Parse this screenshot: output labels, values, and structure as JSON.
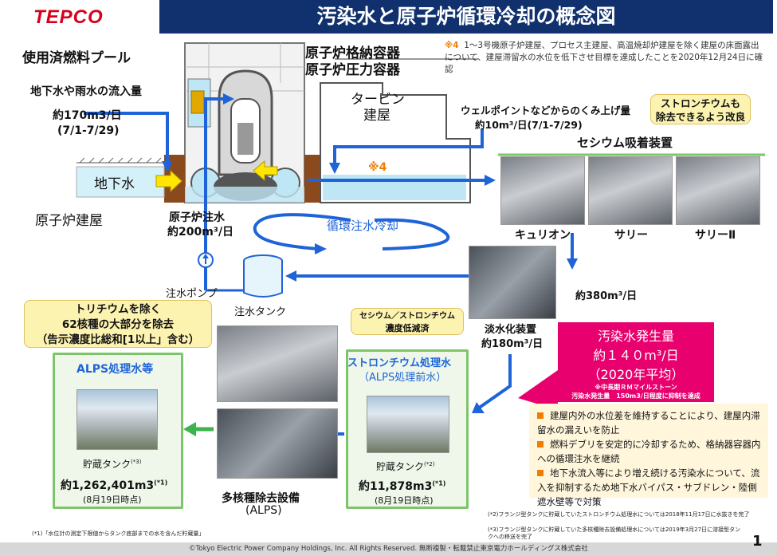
{
  "header": {
    "logo": "TEPCO",
    "title": "汚染水と原子炉循環冷却の概念図"
  },
  "reactor": {
    "spent_fuel_pool": "使用済燃料プール",
    "pcv": "原子炉格納容器",
    "rpv": "原子炉圧力容器",
    "turbine_line1": "タービン",
    "turbine_line2": "建屋",
    "groundwater": "地下水",
    "reactor_building": "原子炉建屋",
    "inflow_title": "地下水や雨水の流入量",
    "inflow_amount": "約170m3/日",
    "inflow_period": "(7/1-7/29)",
    "injection_title": "原子炉注水",
    "injection_amount": "約200m³/日",
    "note_mark": "※4",
    "circulation": "循環注水冷却",
    "pump": "注水ポンプ",
    "tank": "注水タンク"
  },
  "note4": {
    "mark": "※4",
    "text": "1～3号機原子炉建屋、プロセス主建屋、高温焼却炉建屋を除く建屋の床面露出について、建屋滞留水の水位を低下させ目標を達成したことを2020年12月24日に確認"
  },
  "wellpoint": {
    "title": "ウェルポイントなどからのくみ上げ量",
    "amount": "約10m³/日(7/1-7/29)"
  },
  "strontium_badge": {
    "line1": "ストロンチウムも",
    "line2": "除去できるよう改良"
  },
  "cesium": {
    "title": "セシウム吸着装置",
    "units": [
      "キュリオン",
      "サリー",
      "サリーⅡ"
    ]
  },
  "desal": {
    "amount_to": "約380m³/日",
    "title": "淡水化装置",
    "amount": "約180m³/日"
  },
  "cs_sr_badge": {
    "line1": "セシウム／ストロンチウム",
    "line2": "濃度低減済"
  },
  "generation": {
    "title": "汚染水発生量",
    "amount": "約１４０m³/日",
    "year": "（2020年平均）",
    "sub1": "※中長期ＲＭマイルストーン",
    "sub2": "汚染水発生量　150m3/日程度に抑制を達成"
  },
  "bullets": [
    "建屋内外の水位差を維持することにより、建屋内滞留水の漏えいを防止",
    "燃料デブリを安定的に冷却するため、格納器容器内への循環注水を継続",
    "地下水流入等により増え続ける汚染水について、流入を抑制するため地下水バイパス・サブドレン・陸側遮水壁等で対策"
  ],
  "tritium_badge": {
    "line1": "トリチウムを除く",
    "line2": "62核種の大部分を除去",
    "line3": "（告示濃度比総和[1以上」含む）"
  },
  "alps_treated": {
    "title": "ALPS処理水等",
    "tank_label": "貯蔵タンク",
    "tank_note": "(*3)",
    "volume": "約1,262,401m3",
    "volume_note": "(*1)",
    "date": "(8月19日時点)"
  },
  "alps": {
    "title": "多核種除去設備",
    "abbr": "(ALPS)"
  },
  "sr_treated": {
    "title": "ストロンチウム処理水",
    "sub": "（ALPS処理前水）",
    "tank_label": "貯蔵タンク",
    "tank_note": "(*2)",
    "volume": "約11,878m3",
    "volume_note": "(*1)",
    "date": "(8月19日時点)"
  },
  "footnotes": {
    "n2": "(*2)フランジ型タンクに貯蔵していたストロンチウム処理水については2018年11月17日に水抜きを完了",
    "n3": "(*3)フランジ型タンクに貯蔵していた多核種除去設備処理水については2019年3月27日に溶接型タンクへの移送を完了",
    "n1": "(*1)「水位計の測定下限値からタンク底部までの水を含んだ貯蔵量」"
  },
  "footer": {
    "copyright": "©Tokyo Electric Power Company Holdings, Inc. All Rights Reserved.  無断複製・転載禁止東京電力ホールディングス株式会社",
    "page": "1"
  },
  "colors": {
    "title_bg": "#10306e",
    "logo": "#d6001c",
    "arrow_blue": "#1e64d8",
    "arrow_green": "#3cb44b",
    "accent_orange": "#f07d00",
    "pink": "#e8006e"
  }
}
